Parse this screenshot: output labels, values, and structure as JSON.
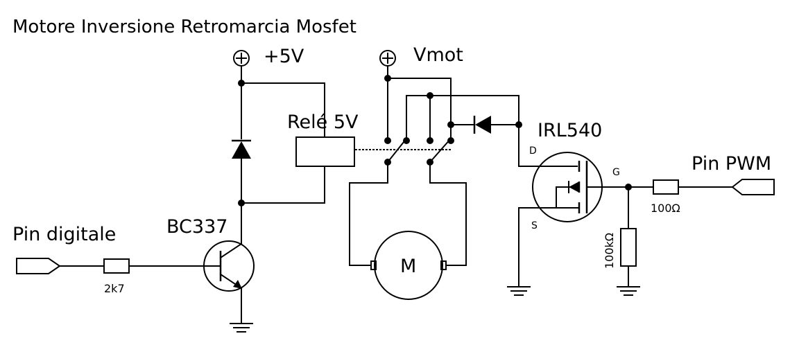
{
  "title": "Motore Inversione Retromarcia Mosfet",
  "supplies": {
    "logic": "+5V",
    "motor": "Vmot"
  },
  "relay": {
    "label": "Relé 5V"
  },
  "mosfet": {
    "label": "IRL540",
    "pin_d": "D",
    "pin_g": "G",
    "pin_s": "S"
  },
  "transistor": {
    "label": "BC337"
  },
  "motor": {
    "label": "M"
  },
  "inputs": {
    "digital": "Pin digitale",
    "pwm": "Pin PWM"
  },
  "resistors": {
    "base": "2k7",
    "gate": "100Ω",
    "pulldown": "100kΩ"
  }
}
